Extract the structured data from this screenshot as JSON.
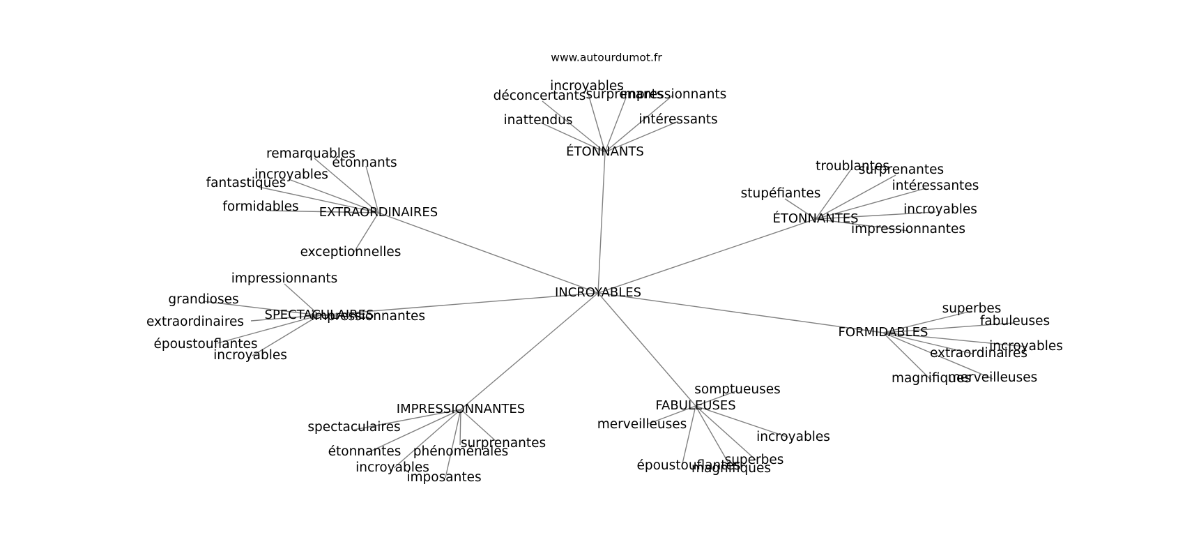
{
  "source": "www.autourdumot.fr",
  "root": "INCROYABLES",
  "hubs": [
    {
      "label": "ÉTONNANTS",
      "leaves": [
        "incroyables",
        "déconcertants",
        "surprenants",
        "impressionnants",
        "inattendus",
        "intéressants"
      ]
    },
    {
      "label": "EXTRAORDINAIRES",
      "leaves": [
        "remarquables",
        "étonnants",
        "incroyables",
        "fantastiques",
        "formidables",
        "exceptionnelles"
      ]
    },
    {
      "label": "ÉTONNANTES",
      "leaves": [
        "troublantes",
        "surprenantes",
        "intéressantes",
        "stupéfiantes",
        "incroyables",
        "impressionnantes"
      ]
    },
    {
      "label": "SPECTACULAIRES",
      "leaves": [
        "impressionnants",
        "grandioses",
        "extraordinaires",
        "impressionnantes",
        "époustouflantes",
        "incroyables"
      ]
    },
    {
      "label": "FORMIDABLES",
      "leaves": [
        "superbes",
        "fabuleuses",
        "incroyables",
        "extraordinaires",
        "magnifiques",
        "merveilleuses"
      ]
    },
    {
      "label": "IMPRESSIONNANTES",
      "leaves": [
        "spectaculaires",
        "surprenantes",
        "étonnantes",
        "phénoménales",
        "incroyables",
        "imposantes"
      ]
    },
    {
      "label": "FABULEUSES",
      "leaves": [
        "somptueuses",
        "merveilleuses",
        "incroyables",
        "superbes",
        "époustouflantes",
        "magnifiques"
      ]
    }
  ]
}
